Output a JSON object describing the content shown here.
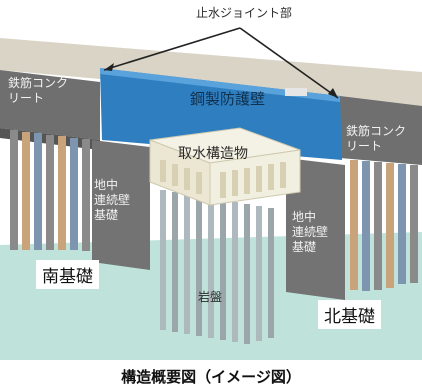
{
  "labels": {
    "top_callout": "止水ジョイント部",
    "left_concrete": "鉄筋コンク\nリート",
    "right_concrete": "鉄筋コンク\nリート",
    "steel_wall": "鋼製防護壁",
    "intake": "取水構造物",
    "left_wall_foundation": "地中\n連続壁\n基礎",
    "right_wall_foundation": "地中\n連続壁\n基礎",
    "south_foundation": "南基礎",
    "north_foundation": "北基礎",
    "bedrock": "岩盤"
  },
  "caption": "構造概要図（イメージ図）",
  "colors": {
    "steel_wall": "#2f7fc0",
    "concrete": "#6b6b6b",
    "ground": "#bfe3da",
    "intake": "#f1efdf"
  }
}
